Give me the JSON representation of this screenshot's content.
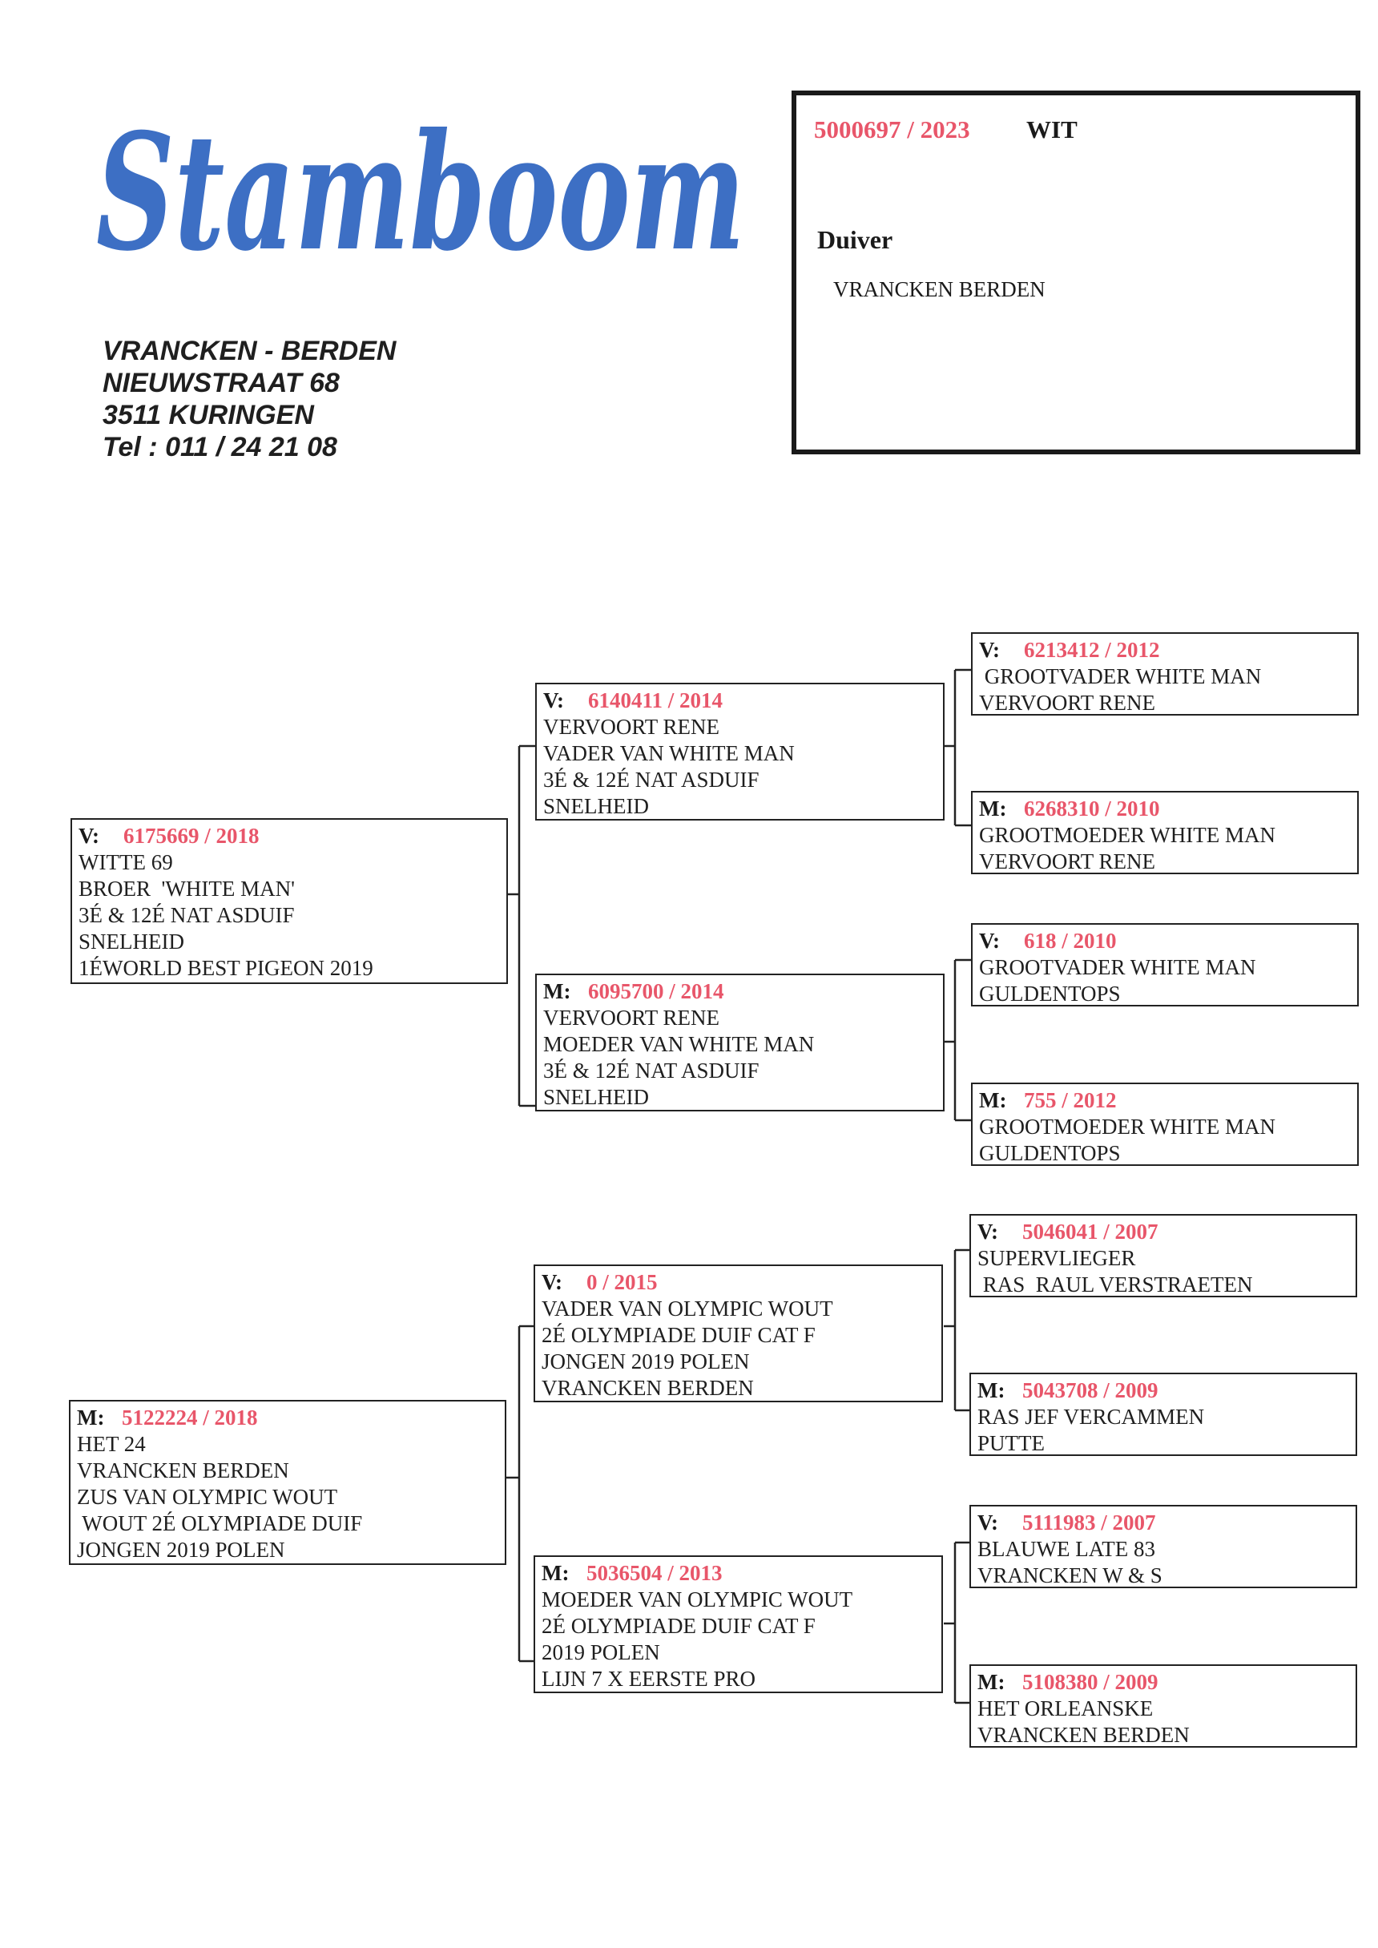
{
  "logo": {
    "text": "Stamboom",
    "color": "#3d6fc4"
  },
  "owner_address": {
    "lines": [
      "VRANCKEN - BERDEN",
      "NIEUWSTRAAT 68",
      "3511 KURINGEN",
      "Tel : 011 / 24 21 08"
    ]
  },
  "pigeon": {
    "ring": "5000697 / 2023",
    "color": "WIT",
    "sex": "Duiver",
    "owner": "VRANCKEN BERDEN"
  },
  "pedigree": {
    "father": {
      "sex": "V:",
      "ring": "6175669 / 2018",
      "lines": [
        "WITTE 69",
        "BROER  'WHITE MAN'",
        "3É & 12É NAT ASDUIF",
        "SNELHEID",
        "1ÉWORLD BEST PIGEON 2019"
      ]
    },
    "mother": {
      "sex": "M:",
      "ring": "5122224 / 2018",
      "lines": [
        "HET 24",
        "VRANCKEN BERDEN",
        "ZUS VAN OLYMPIC WOUT",
        " WOUT 2É OLYMPIADE DUIF",
        "JONGEN 2019 POLEN"
      ]
    },
    "ff": {
      "sex": "V:",
      "ring": "6140411 / 2014",
      "lines": [
        "VERVOORT RENE",
        "VADER VAN WHITE MAN",
        "3É & 12É NAT ASDUIF",
        "SNELHEID"
      ]
    },
    "fm": {
      "sex": "M:",
      "ring": "6095700 / 2014",
      "lines": [
        "VERVOORT RENE",
        "MOEDER VAN WHITE MAN",
        "3É & 12É NAT ASDUIF",
        "SNELHEID"
      ]
    },
    "mf": {
      "sex": "V:",
      "ring": "0 / 2015",
      "lines": [
        "VADER VAN OLYMPIC WOUT",
        "2É OLYMPIADE DUIF CAT F",
        "JONGEN 2019 POLEN",
        "VRANCKEN BERDEN"
      ]
    },
    "mm": {
      "sex": "M:",
      "ring": "5036504 / 2013",
      "lines": [
        "MOEDER VAN OLYMPIC WOUT",
        "2É OLYMPIADE DUIF CAT F",
        "2019 POLEN",
        "LIJN 7 X EERSTE PRO"
      ]
    },
    "fff": {
      "sex": "V:",
      "ring": "6213412 / 2012",
      "lines": [
        " GROOTVADER WHITE MAN",
        "VERVOORT RENE"
      ]
    },
    "ffm": {
      "sex": "M:",
      "ring": "6268310 / 2010",
      "lines": [
        "GROOTMOEDER WHITE MAN",
        "VERVOORT RENE"
      ]
    },
    "fmf": {
      "sex": "V:",
      "ring": "618 / 2010",
      "lines": [
        "GROOTVADER WHITE MAN",
        "GULDENTOPS"
      ]
    },
    "fmm": {
      "sex": "M:",
      "ring": "755 / 2012",
      "lines": [
        "GROOTMOEDER WHITE MAN",
        "GULDENTOPS"
      ]
    },
    "mff": {
      "sex": "V:",
      "ring": "5046041 / 2007",
      "lines": [
        "SUPERVLIEGER",
        " RAS  RAUL VERSTRAETEN"
      ]
    },
    "mfm": {
      "sex": "M:",
      "ring": "5043708 / 2009",
      "lines": [
        "RAS JEF VERCAMMEN",
        "PUTTE"
      ]
    },
    "mmf": {
      "sex": "V:",
      "ring": "5111983 / 2007",
      "lines": [
        "BLAUWE LATE 83",
        "VRANCKEN W & S"
      ]
    },
    "mmm": {
      "sex": "M:",
      "ring": "5108380 / 2009",
      "lines": [
        "HET ORLEANSKE",
        "VRANCKEN BERDEN"
      ]
    }
  }
}
